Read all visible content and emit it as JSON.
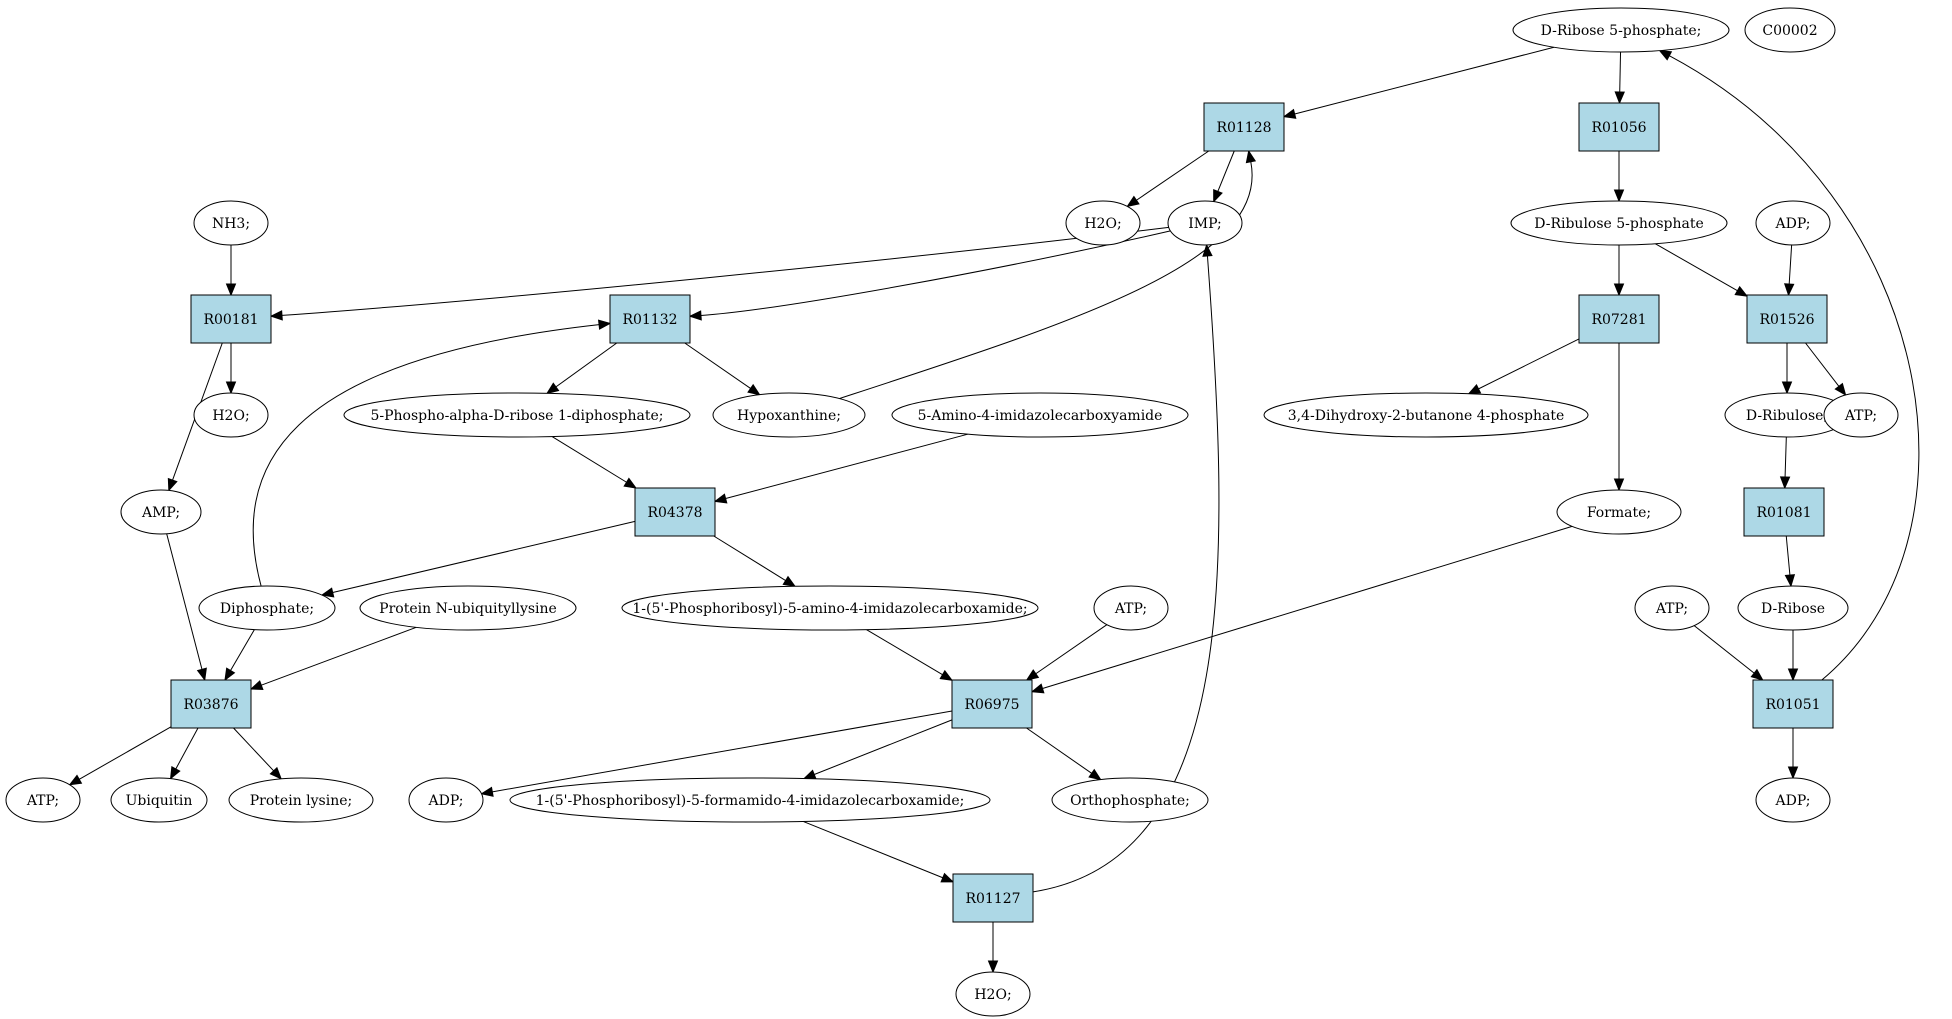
{
  "colors": {
    "reaction_fill": "#add8e6",
    "highlight_start": "#00e000",
    "highlight_marker": "#ffff00",
    "compound_fill": "#ffffff",
    "stroke": "#000000"
  },
  "nodes": [
    {
      "id": "dr5p",
      "label": "D-Ribose 5-phosphate;",
      "kind": "compound",
      "fill": "#00e000"
    },
    {
      "id": "c00002",
      "label": "C00002",
      "kind": "compound",
      "fill": "#ffff00"
    },
    {
      "id": "r01128",
      "label": "R01128",
      "kind": "reaction"
    },
    {
      "id": "r01056",
      "label": "R01056",
      "kind": "reaction"
    },
    {
      "id": "nh3",
      "label": "NH3;",
      "kind": "compound"
    },
    {
      "id": "h2o_top",
      "label": "H2O;",
      "kind": "compound"
    },
    {
      "id": "imp",
      "label": "IMP;",
      "kind": "compound"
    },
    {
      "id": "dru5p",
      "label": "D-Ribulose 5-phosphate",
      "kind": "compound"
    },
    {
      "id": "adp_top",
      "label": "ADP;",
      "kind": "compound"
    },
    {
      "id": "r00181",
      "label": "R00181",
      "kind": "reaction"
    },
    {
      "id": "r01132",
      "label": "R01132",
      "kind": "reaction"
    },
    {
      "id": "r07281",
      "label": "R07281",
      "kind": "reaction"
    },
    {
      "id": "r01526",
      "label": "R01526",
      "kind": "reaction"
    },
    {
      "id": "h2o_mid",
      "label": "H2O;",
      "kind": "compound"
    },
    {
      "id": "prpp",
      "label": "5-Phospho-alpha-D-ribose 1-diphosphate;",
      "kind": "compound"
    },
    {
      "id": "hypox",
      "label": "Hypoxanthine;",
      "kind": "compound"
    },
    {
      "id": "aica",
      "label": "5-Amino-4-imidazolecarboxyamide",
      "kind": "compound"
    },
    {
      "id": "dhbp",
      "label": "3,4-Dihydroxy-2-butanone 4-phosphate",
      "kind": "compound"
    },
    {
      "id": "dribulose",
      "label": "D-Ribulose;",
      "kind": "compound"
    },
    {
      "id": "atp_r01526",
      "label": "ATP;",
      "kind": "compound"
    },
    {
      "id": "amp",
      "label": "AMP;",
      "kind": "compound"
    },
    {
      "id": "r04378",
      "label": "R04378",
      "kind": "reaction"
    },
    {
      "id": "formate",
      "label": "Formate;",
      "kind": "compound"
    },
    {
      "id": "r01081",
      "label": "R01081",
      "kind": "reaction"
    },
    {
      "id": "diphos",
      "label": "Diphosphate;",
      "kind": "compound"
    },
    {
      "id": "pnul",
      "label": "Protein N-ubiquityllysine",
      "kind": "compound"
    },
    {
      "id": "aicar",
      "label": "1-(5'-Phosphoribosyl)-5-amino-4-imidazolecarboxamide;",
      "kind": "compound"
    },
    {
      "id": "atp_mid",
      "label": "ATP;",
      "kind": "compound"
    },
    {
      "id": "atp_right",
      "label": "ATP;",
      "kind": "compound"
    },
    {
      "id": "dribose",
      "label": "D-Ribose",
      "kind": "compound"
    },
    {
      "id": "r03876",
      "label": "R03876",
      "kind": "reaction"
    },
    {
      "id": "r06975",
      "label": "R06975",
      "kind": "reaction"
    },
    {
      "id": "r01051",
      "label": "R01051",
      "kind": "reaction"
    },
    {
      "id": "atp_left",
      "label": "ATP;",
      "kind": "compound"
    },
    {
      "id": "ubiq",
      "label": "Ubiquitin",
      "kind": "compound"
    },
    {
      "id": "plys",
      "label": "Protein lysine;",
      "kind": "compound"
    },
    {
      "id": "adp_mid",
      "label": "ADP;",
      "kind": "compound"
    },
    {
      "id": "faicar",
      "label": "1-(5'-Phosphoribosyl)-5-formamido-4-imidazolecarboxamide;",
      "kind": "compound"
    },
    {
      "id": "orthop",
      "label": "Orthophosphate;",
      "kind": "compound"
    },
    {
      "id": "adp_right",
      "label": "ADP;",
      "kind": "compound"
    },
    {
      "id": "r01127",
      "label": "R01127",
      "kind": "reaction"
    },
    {
      "id": "h2o_bot",
      "label": "H2O;",
      "kind": "compound"
    }
  ],
  "edges": [
    {
      "from": "dr5p",
      "to": "r01128"
    },
    {
      "from": "dr5p",
      "to": "r01056"
    },
    {
      "from": "r01128",
      "to": "h2o_top"
    },
    {
      "from": "r01128",
      "to": "imp"
    },
    {
      "from": "r01056",
      "to": "dru5p"
    },
    {
      "from": "nh3",
      "to": "r00181"
    },
    {
      "from": "imp",
      "to": "r00181"
    },
    {
      "from": "imp",
      "to": "r01132"
    },
    {
      "from": "dru5p",
      "to": "r07281"
    },
    {
      "from": "dru5p",
      "to": "r01526"
    },
    {
      "from": "adp_top",
      "to": "r01526"
    },
    {
      "from": "r00181",
      "to": "h2o_mid"
    },
    {
      "from": "r00181",
      "to": "amp"
    },
    {
      "from": "r01132",
      "to": "prpp"
    },
    {
      "from": "r01132",
      "to": "hypox"
    },
    {
      "from": "hypox",
      "to": "r01128"
    },
    {
      "from": "r07281",
      "to": "dhbp"
    },
    {
      "from": "r07281",
      "to": "formate"
    },
    {
      "from": "r01526",
      "to": "dribulose"
    },
    {
      "from": "r01526",
      "to": "atp_r01526"
    },
    {
      "from": "prpp",
      "to": "r04378"
    },
    {
      "from": "aica",
      "to": "r04378"
    },
    {
      "from": "dribulose",
      "to": "r01081"
    },
    {
      "from": "amp",
      "to": "r03876"
    },
    {
      "from": "r04378",
      "to": "diphos"
    },
    {
      "from": "r04378",
      "to": "aicar"
    },
    {
      "from": "diphos",
      "to": "r01132"
    },
    {
      "from": "diphos",
      "to": "r03876"
    },
    {
      "from": "formate",
      "to": "r06975"
    },
    {
      "from": "r01081",
      "to": "dribose"
    },
    {
      "from": "pnul",
      "to": "r03876"
    },
    {
      "from": "aicar",
      "to": "r06975"
    },
    {
      "from": "atp_mid",
      "to": "r06975"
    },
    {
      "from": "atp_right",
      "to": "r01051"
    },
    {
      "from": "dribose",
      "to": "r01051"
    },
    {
      "from": "r01051",
      "to": "dr5p"
    },
    {
      "from": "r03876",
      "to": "atp_left"
    },
    {
      "from": "r03876",
      "to": "ubiq"
    },
    {
      "from": "r03876",
      "to": "plys"
    },
    {
      "from": "r06975",
      "to": "adp_mid"
    },
    {
      "from": "r06975",
      "to": "faicar"
    },
    {
      "from": "r06975",
      "to": "orthop"
    },
    {
      "from": "r01051",
      "to": "adp_right"
    },
    {
      "from": "faicar",
      "to": "r01127"
    },
    {
      "from": "r01127",
      "to": "h2o_bot"
    },
    {
      "from": "r01127",
      "to": "imp"
    }
  ]
}
